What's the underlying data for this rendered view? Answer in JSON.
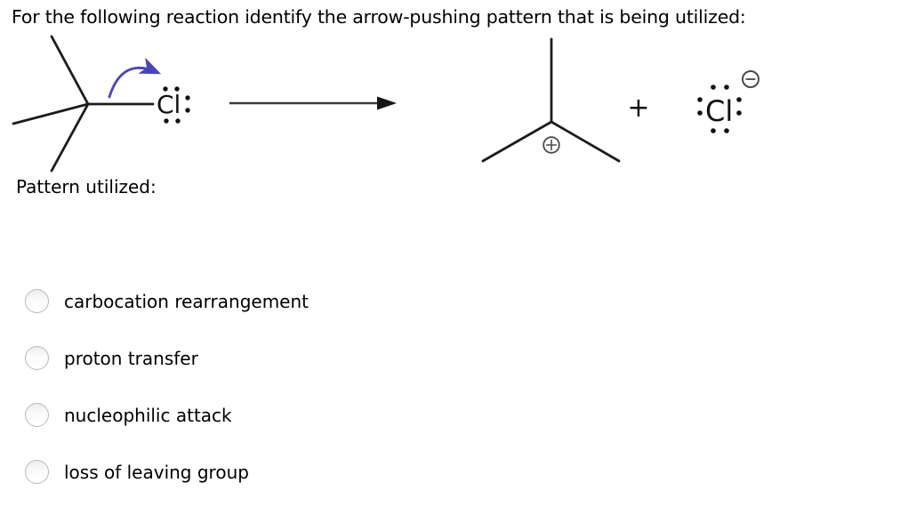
{
  "title": "For the following reaction identify the arrow-pushing pattern that is being utilized:",
  "pattern_label": "Pattern utilized:",
  "diagram": {
    "reactant": {
      "atom_label": "Cl"
    },
    "plus_sign": "+",
    "cation": {
      "charge_symbol": "+"
    },
    "anion": {
      "atom_label": "Cl",
      "charge_symbol": "−"
    },
    "colors": {
      "bond": "#1c1c1c",
      "curved_arrow": "#4445c0",
      "reaction_arrow": "#3b3b3b",
      "charge_circle": "#4a4a4a"
    }
  },
  "options": [
    {
      "label": "carbocation rearrangement",
      "selected": false
    },
    {
      "label": "proton transfer",
      "selected": false
    },
    {
      "label": "nucleophilic attack",
      "selected": false
    },
    {
      "label": "loss of leaving group",
      "selected": false
    }
  ]
}
